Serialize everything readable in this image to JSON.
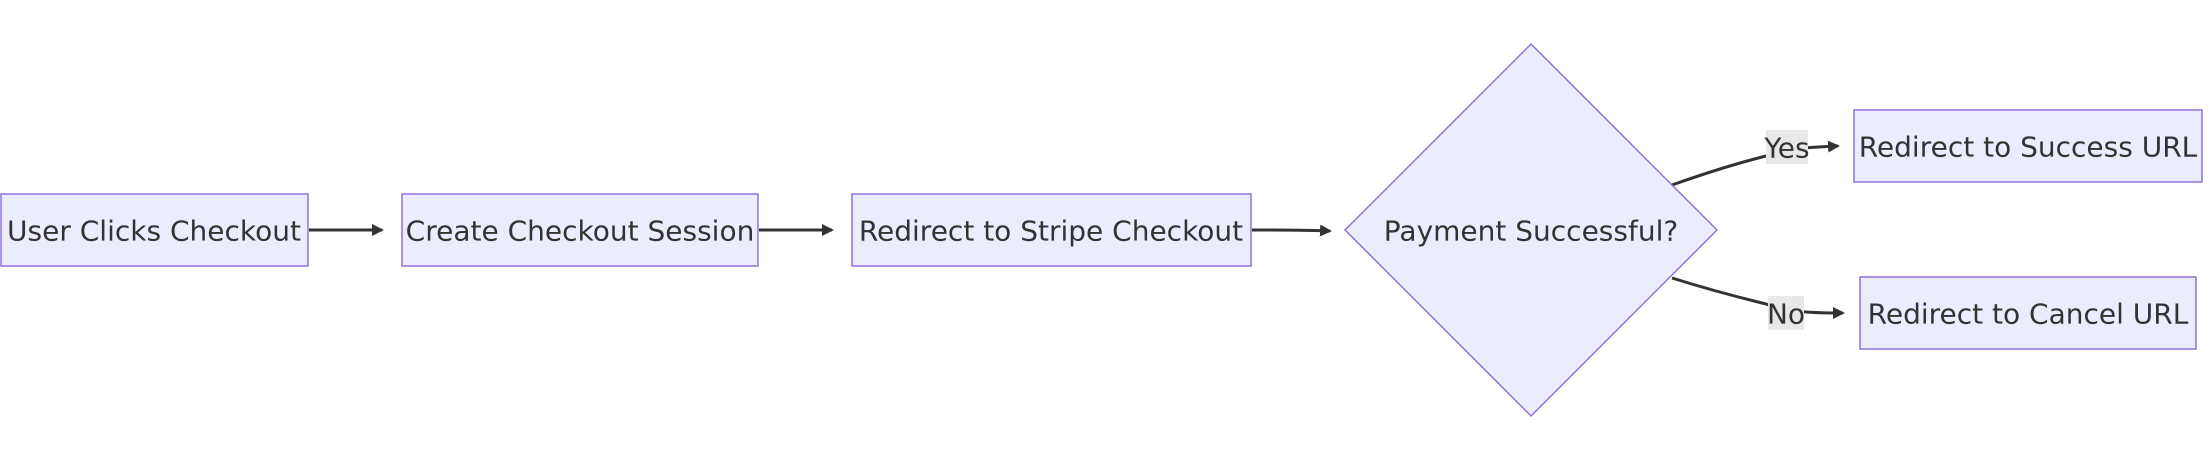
{
  "diagram": {
    "nodes": {
      "user_clicks": "User Clicks Checkout",
      "create_session": "Create Checkout Session",
      "redirect_stripe": "Redirect to Stripe Checkout",
      "decision": "Payment Successful?",
      "success_url": "Redirect to Success URL",
      "cancel_url": "Redirect to Cancel URL"
    },
    "edge_labels": {
      "yes": "Yes",
      "no": "No"
    }
  },
  "colors": {
    "node_fill": "#ececff",
    "node_stroke": "#9370db",
    "edge": "#333333",
    "edge_label_bg": "#e8e8e8",
    "text": "#333333"
  }
}
